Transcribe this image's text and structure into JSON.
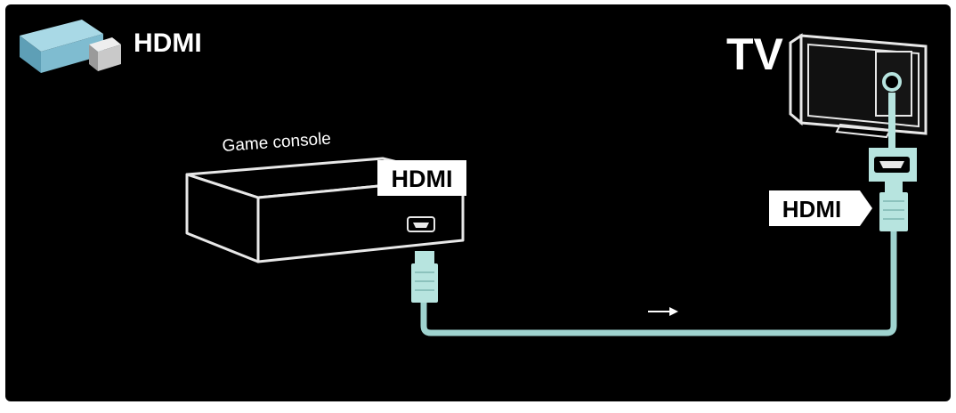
{
  "header": {
    "title": "HDMI",
    "icon": "hdmi-plug-icon"
  },
  "tv": {
    "label": "TV",
    "icon": "tv-icon"
  },
  "console": {
    "label": "Game console",
    "port_label": "HDMI",
    "icon": "game-console-icon"
  },
  "tv_port": {
    "label": "HDMI"
  },
  "cable": {
    "direction_icon": "arrow-right-icon"
  },
  "colors": {
    "background": "#000000",
    "cable": "#9fd3cf",
    "plug": "#b7e4df",
    "outline": "#e8e8e8",
    "label_bg": "#ffffff",
    "label_text": "#000000",
    "text": "#ffffff"
  }
}
